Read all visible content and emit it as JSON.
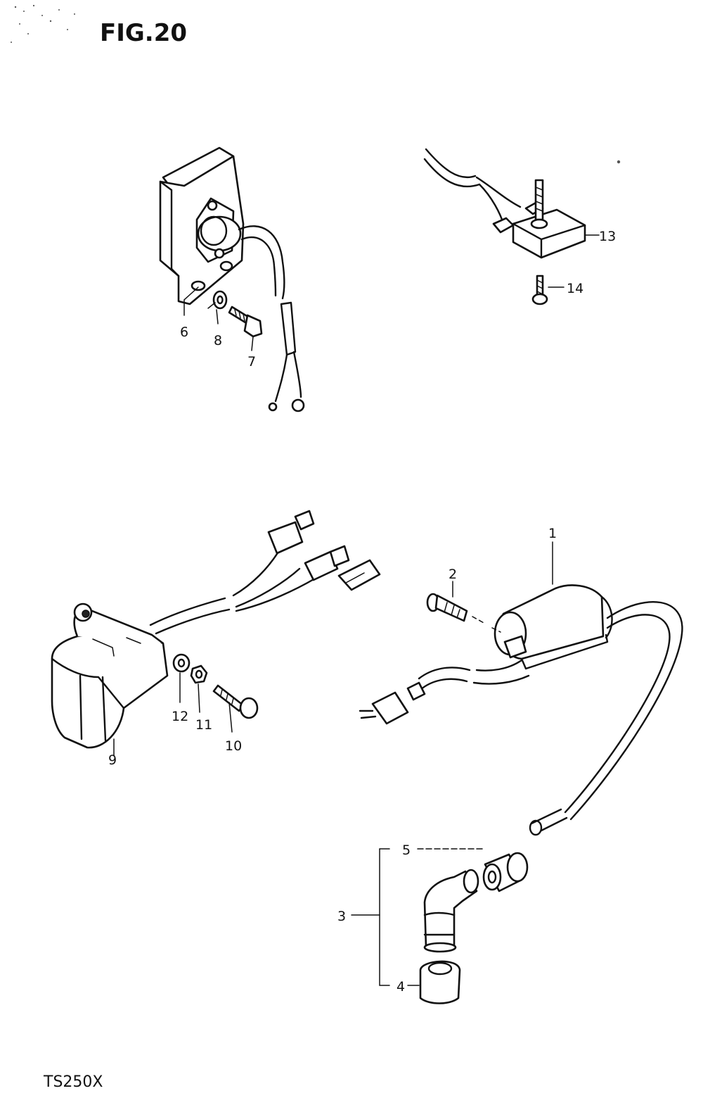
{
  "figure": {
    "title": "FIG.20",
    "model": "TS250X"
  },
  "callouts": [
    "1",
    "2",
    "3",
    "4",
    "5",
    "6",
    "7",
    "8",
    "9",
    "10",
    "11",
    "12",
    "13",
    "14"
  ]
}
